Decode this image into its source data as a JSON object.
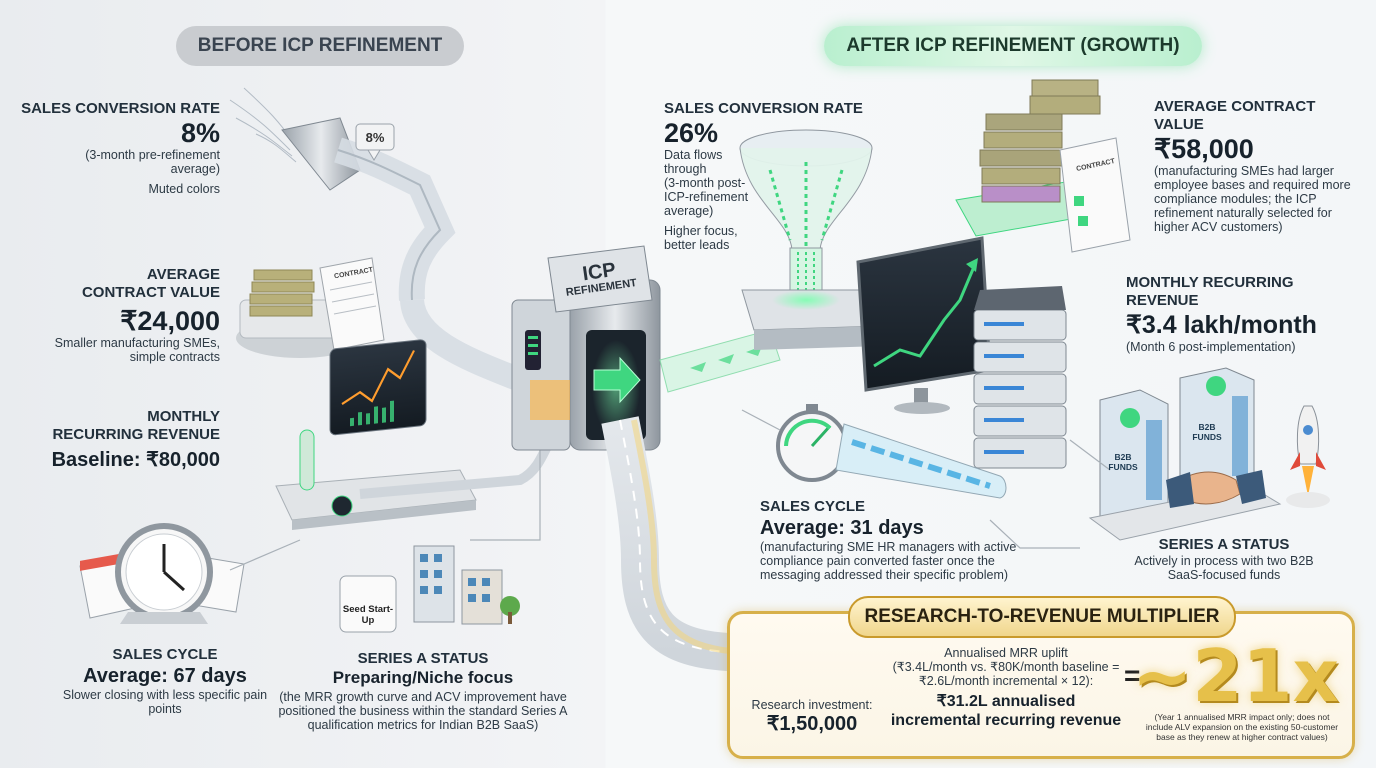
{
  "before": {
    "header": "BEFORE ICP REFINEMENT",
    "conversion": {
      "label": "SALES CONVERSION RATE",
      "value": "8%",
      "note": "(3-month pre-refinement average)",
      "extra": "Muted colors",
      "bubble": "8%"
    },
    "acv": {
      "label1": "AVERAGE",
      "label2": "CONTRACT VALUE",
      "value": "₹24,000",
      "note": "Smaller manufacturing SMEs, simple contracts",
      "paper": "CONTRACT"
    },
    "mrr": {
      "label1": "MONTHLY",
      "label2": "RECURRING REVENUE",
      "value": "Baseline: ₹80,000"
    },
    "cycle": {
      "label": "SALES CYCLE",
      "value": "Average: 67 days",
      "note": "Slower closing with less specific pain points"
    },
    "series": {
      "label": "SERIES A STATUS",
      "value": "Preparing/Niche focus",
      "note": "(the MRR growth curve and ACV improvement have positioned the business within the standard Series A qualification metrics for Indian B2B SaaS)",
      "seed": "Seed Start-Up"
    }
  },
  "gate": {
    "line1": "ICP",
    "line2": "REFINEMENT"
  },
  "after": {
    "header": "AFTER ICP REFINEMENT (GROWTH)",
    "conversion": {
      "label": "SALES CONVERSION RATE",
      "value": "26%",
      "note1": "Data flows through",
      "note2": "(3-month post-ICP-refinement average)",
      "note3": "Higher focus, better leads"
    },
    "acv": {
      "label": "AVERAGE CONTRACT VALUE",
      "value": "₹58,000",
      "note": "(manufacturing SMEs had larger employee bases and required more compliance modules; the ICP refinement naturally selected for higher ACV customers)",
      "paper": "CONTRACT"
    },
    "mrr": {
      "label1": "MONTHLY RECURRING",
      "label2": "REVENUE",
      "value": "₹3.4 lakh/month",
      "note": "(Month 6 post-implementation)"
    },
    "cycle": {
      "label": "SALES CYCLE",
      "value": "Average: 31 days",
      "note": "(manufacturing SME HR managers with active compliance pain converted faster once the messaging addressed their specific problem)"
    },
    "series": {
      "label": "SERIES A STATUS",
      "note": "Actively in process with two B2B SaaS-focused funds",
      "fund1": "B2B FUNDS",
      "fund2": "B2B FUNDS"
    }
  },
  "multiplier": {
    "title": "RESEARCH-TO-REVENUE MULTIPLIER",
    "investment_label": "Research investment:",
    "investment_value": "₹1,50,000",
    "uplift_label": "Annualised MRR uplift",
    "uplift_formula": "(₹3.4L/month vs. ₹80K/month baseline = ₹2.6L/month incremental × 12):",
    "uplift_value": "₹31.2L annualised incremental recurring revenue",
    "equals": "=",
    "result": "~21x",
    "footnote": "(Year 1 annualised MRR impact only; does not include ALV expansion on the existing 50-customer base as they renew at higher contract values)"
  },
  "colors": {
    "accent_green": "#3fd680",
    "gold": "#d7b04a",
    "muted": "#c9ccd0"
  },
  "icons": [
    "funnel-icon",
    "money-stack-icon",
    "clock-icon",
    "calendar-icon",
    "laptop-chart-icon",
    "building-icon",
    "server-icon",
    "stopwatch-icon",
    "rocket-icon",
    "handshake-icon",
    "money-bag-icon"
  ]
}
